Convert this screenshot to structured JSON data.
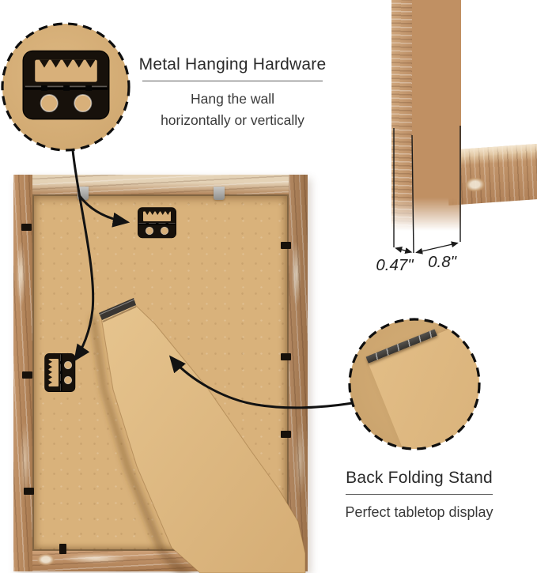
{
  "annotations": {
    "hanging_hardware": {
      "title": "Metal Hanging Hardware",
      "line1": "Hang the wall",
      "line2": "horizontally or vertically"
    },
    "folding_stand": {
      "title": "Back Folding Stand",
      "line1": "Perfect tabletop display"
    },
    "dimensions": {
      "side_thickness": "0.47\"",
      "front_width": "0.8\""
    }
  },
  "icons": {
    "hanger": "sawtooth-hanger-icon",
    "hinge": "stand-hinge-icon",
    "clip": "retainer-clip-icon",
    "tab": "flex-tab-icon"
  },
  "colors": {
    "cardboard": "#d9b27b",
    "cardboard_light": "#e3c08a",
    "wood_mid": "#bb8c60",
    "wood_light": "#e6d4b8",
    "wood_dark": "#8a6038",
    "hw_black": "#17110b",
    "hinge_gray": "#43403c",
    "ink": "#121212",
    "text": "#2f2f2f"
  }
}
